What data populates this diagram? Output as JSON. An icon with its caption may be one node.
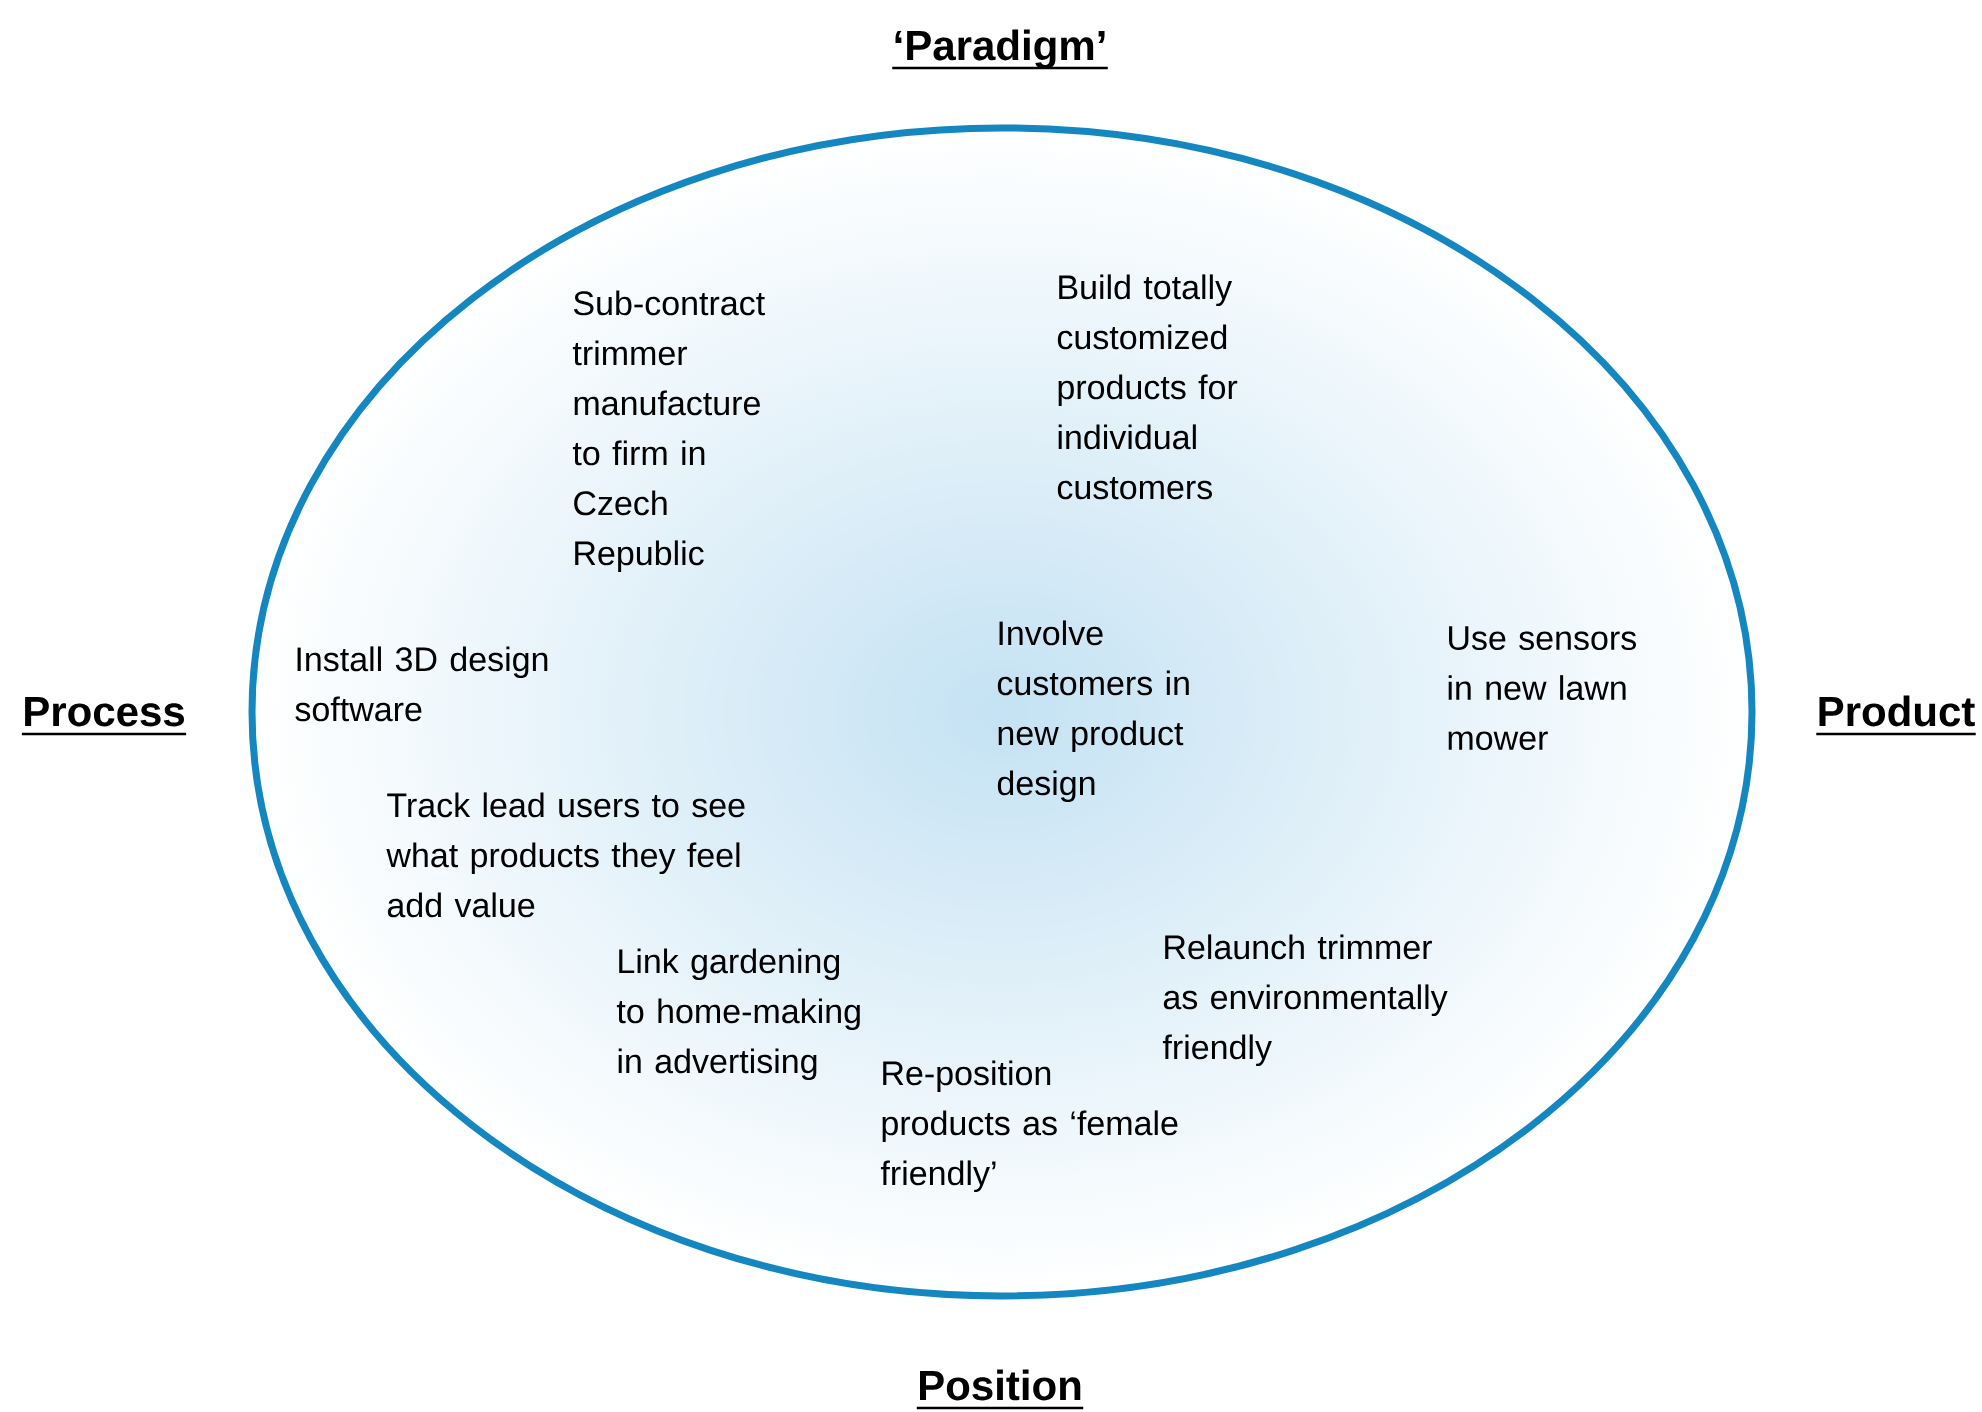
{
  "diagram": {
    "nodes": [
      {
        "text": [],
        "shape": "ellipse"
      }
    ],
    "labels": [
      "‘Paradigm’",
      "Sub-contract trimmer manufacture to firm in Czech Republic",
      "Build totally customized products for individual customers",
      "Process",
      "Install 3D design software",
      "Involve customers in new product design",
      "Use sensors in new lawn mower",
      "Product",
      "Track lead users to see what products they feel add value",
      "Relaunch trimmer as environmentally friendly",
      "Link gardening to home-making in advertising",
      "Re-position products as ‘female friendly’",
      "Position"
    ]
  }
}
